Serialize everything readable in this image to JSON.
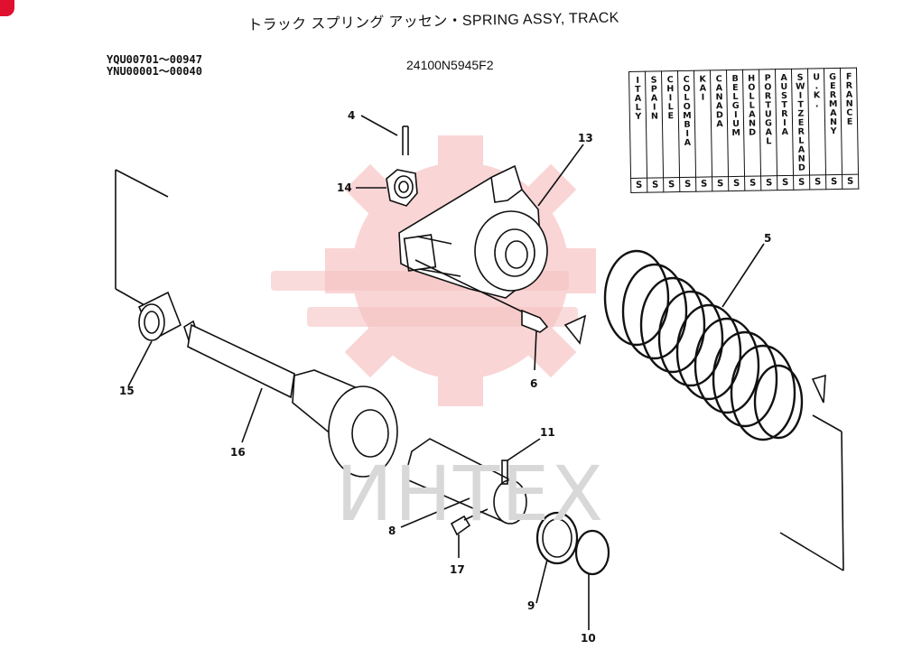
{
  "title": "トラック スプリング アッセン・SPRING ASSY, TRACK",
  "serials": [
    "YQU00701〜00947",
    "YNU00001〜00040"
  ],
  "part_number": "24100N5945F2",
  "countries": [
    "ITALY",
    "SPAIN",
    "CHILE",
    "COLOMBIA",
    "KAI",
    "CANADA",
    "BELGIUM",
    "HOLLAND",
    "PORTUGAL",
    "AUSTRIA",
    "SWITZERLAND",
    "U.K.",
    "GERMANY",
    "FRANCE"
  ],
  "country_code": "S",
  "callouts": [
    "4",
    "14",
    "13",
    "5",
    "15",
    "16",
    "6",
    "11",
    "8",
    "17",
    "9",
    "10"
  ],
  "watermark": {
    "text": "ИНТЕХ",
    "color": "#f04a4a"
  },
  "colors": {
    "line": "#111111",
    "watermark_gear": "#f6c9c9"
  }
}
